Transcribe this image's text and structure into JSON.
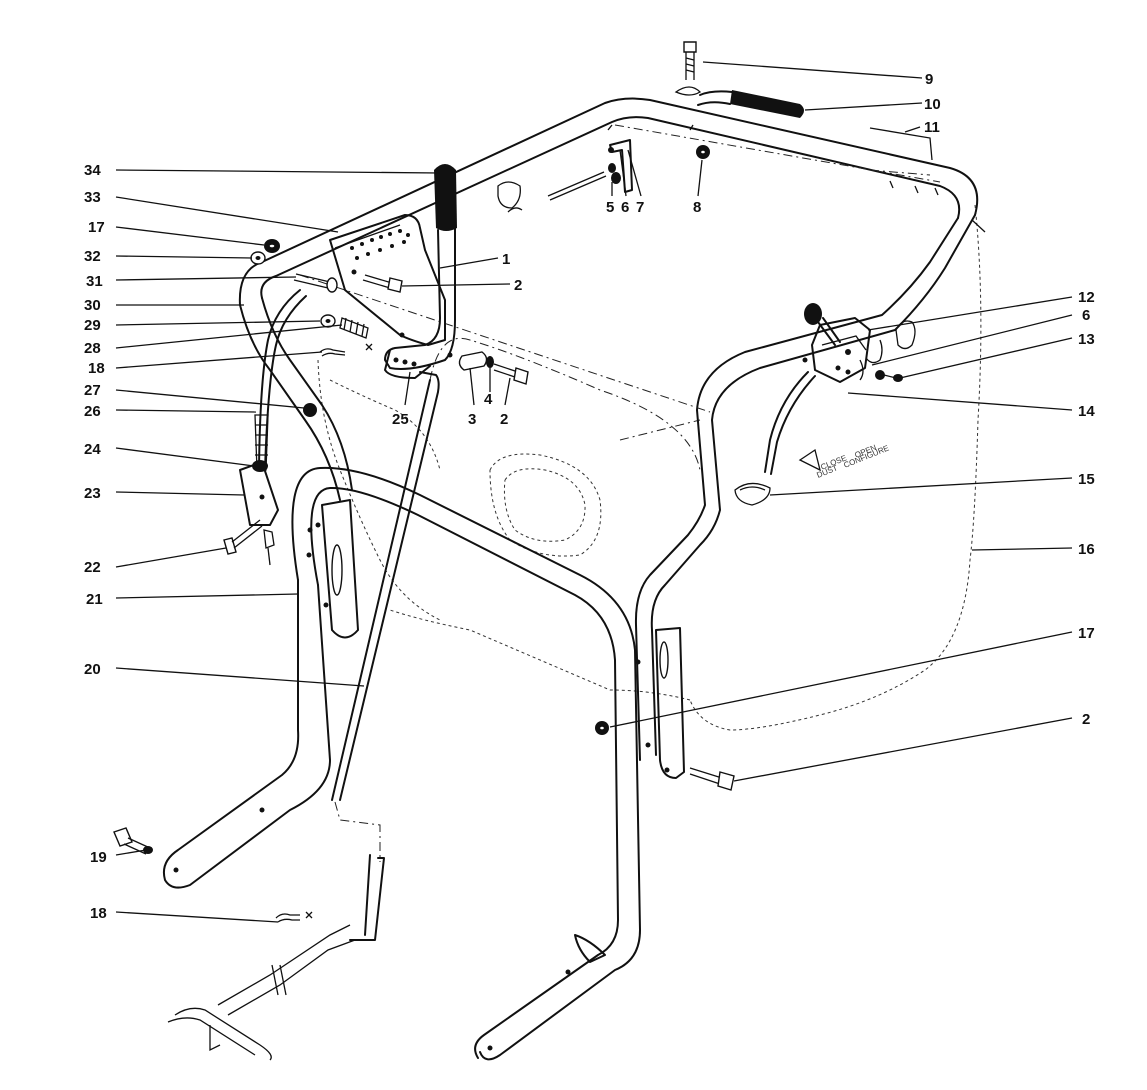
{
  "diagram": {
    "labels": [
      {
        "id": "lbl-9",
        "text": "9"
      },
      {
        "id": "lbl-10",
        "text": "10"
      },
      {
        "id": "lbl-11",
        "text": "11"
      },
      {
        "id": "lbl-34",
        "text": "34"
      },
      {
        "id": "lbl-33",
        "text": "33"
      },
      {
        "id": "lbl-17a",
        "text": "17"
      },
      {
        "id": "lbl-32",
        "text": "32"
      },
      {
        "id": "lbl-31",
        "text": "31"
      },
      {
        "id": "lbl-30",
        "text": "30"
      },
      {
        "id": "lbl-29",
        "text": "29"
      },
      {
        "id": "lbl-28",
        "text": "28"
      },
      {
        "id": "lbl-18a",
        "text": "18"
      },
      {
        "id": "lbl-27",
        "text": "27"
      },
      {
        "id": "lbl-26",
        "text": "26"
      },
      {
        "id": "lbl-24",
        "text": "24"
      },
      {
        "id": "lbl-23",
        "text": "23"
      },
      {
        "id": "lbl-22",
        "text": "22"
      },
      {
        "id": "lbl-21",
        "text": "21"
      },
      {
        "id": "lbl-20",
        "text": "20"
      },
      {
        "id": "lbl-19",
        "text": "19"
      },
      {
        "id": "lbl-18b",
        "text": "18"
      },
      {
        "id": "lbl-1",
        "text": "1"
      },
      {
        "id": "lbl-2a",
        "text": "2"
      },
      {
        "id": "lbl-25",
        "text": "25"
      },
      {
        "id": "lbl-3",
        "text": "3"
      },
      {
        "id": "lbl-4",
        "text": "4"
      },
      {
        "id": "lbl-2b",
        "text": "2"
      },
      {
        "id": "lbl-5",
        "text": "5"
      },
      {
        "id": "lbl-6a",
        "text": "6"
      },
      {
        "id": "lbl-7",
        "text": "7"
      },
      {
        "id": "lbl-8",
        "text": "8"
      },
      {
        "id": "lbl-12",
        "text": "12"
      },
      {
        "id": "lbl-6b",
        "text": "6"
      },
      {
        "id": "lbl-13",
        "text": "13"
      },
      {
        "id": "lbl-14",
        "text": "14"
      },
      {
        "id": "lbl-15",
        "text": "15"
      },
      {
        "id": "lbl-16",
        "text": "16"
      },
      {
        "id": "lbl-17b",
        "text": "17"
      },
      {
        "id": "lbl-2c",
        "text": "2"
      }
    ],
    "decal_text": [
      "CLOSE",
      "OPEN",
      "DUST",
      "CONFIGURE"
    ]
  }
}
